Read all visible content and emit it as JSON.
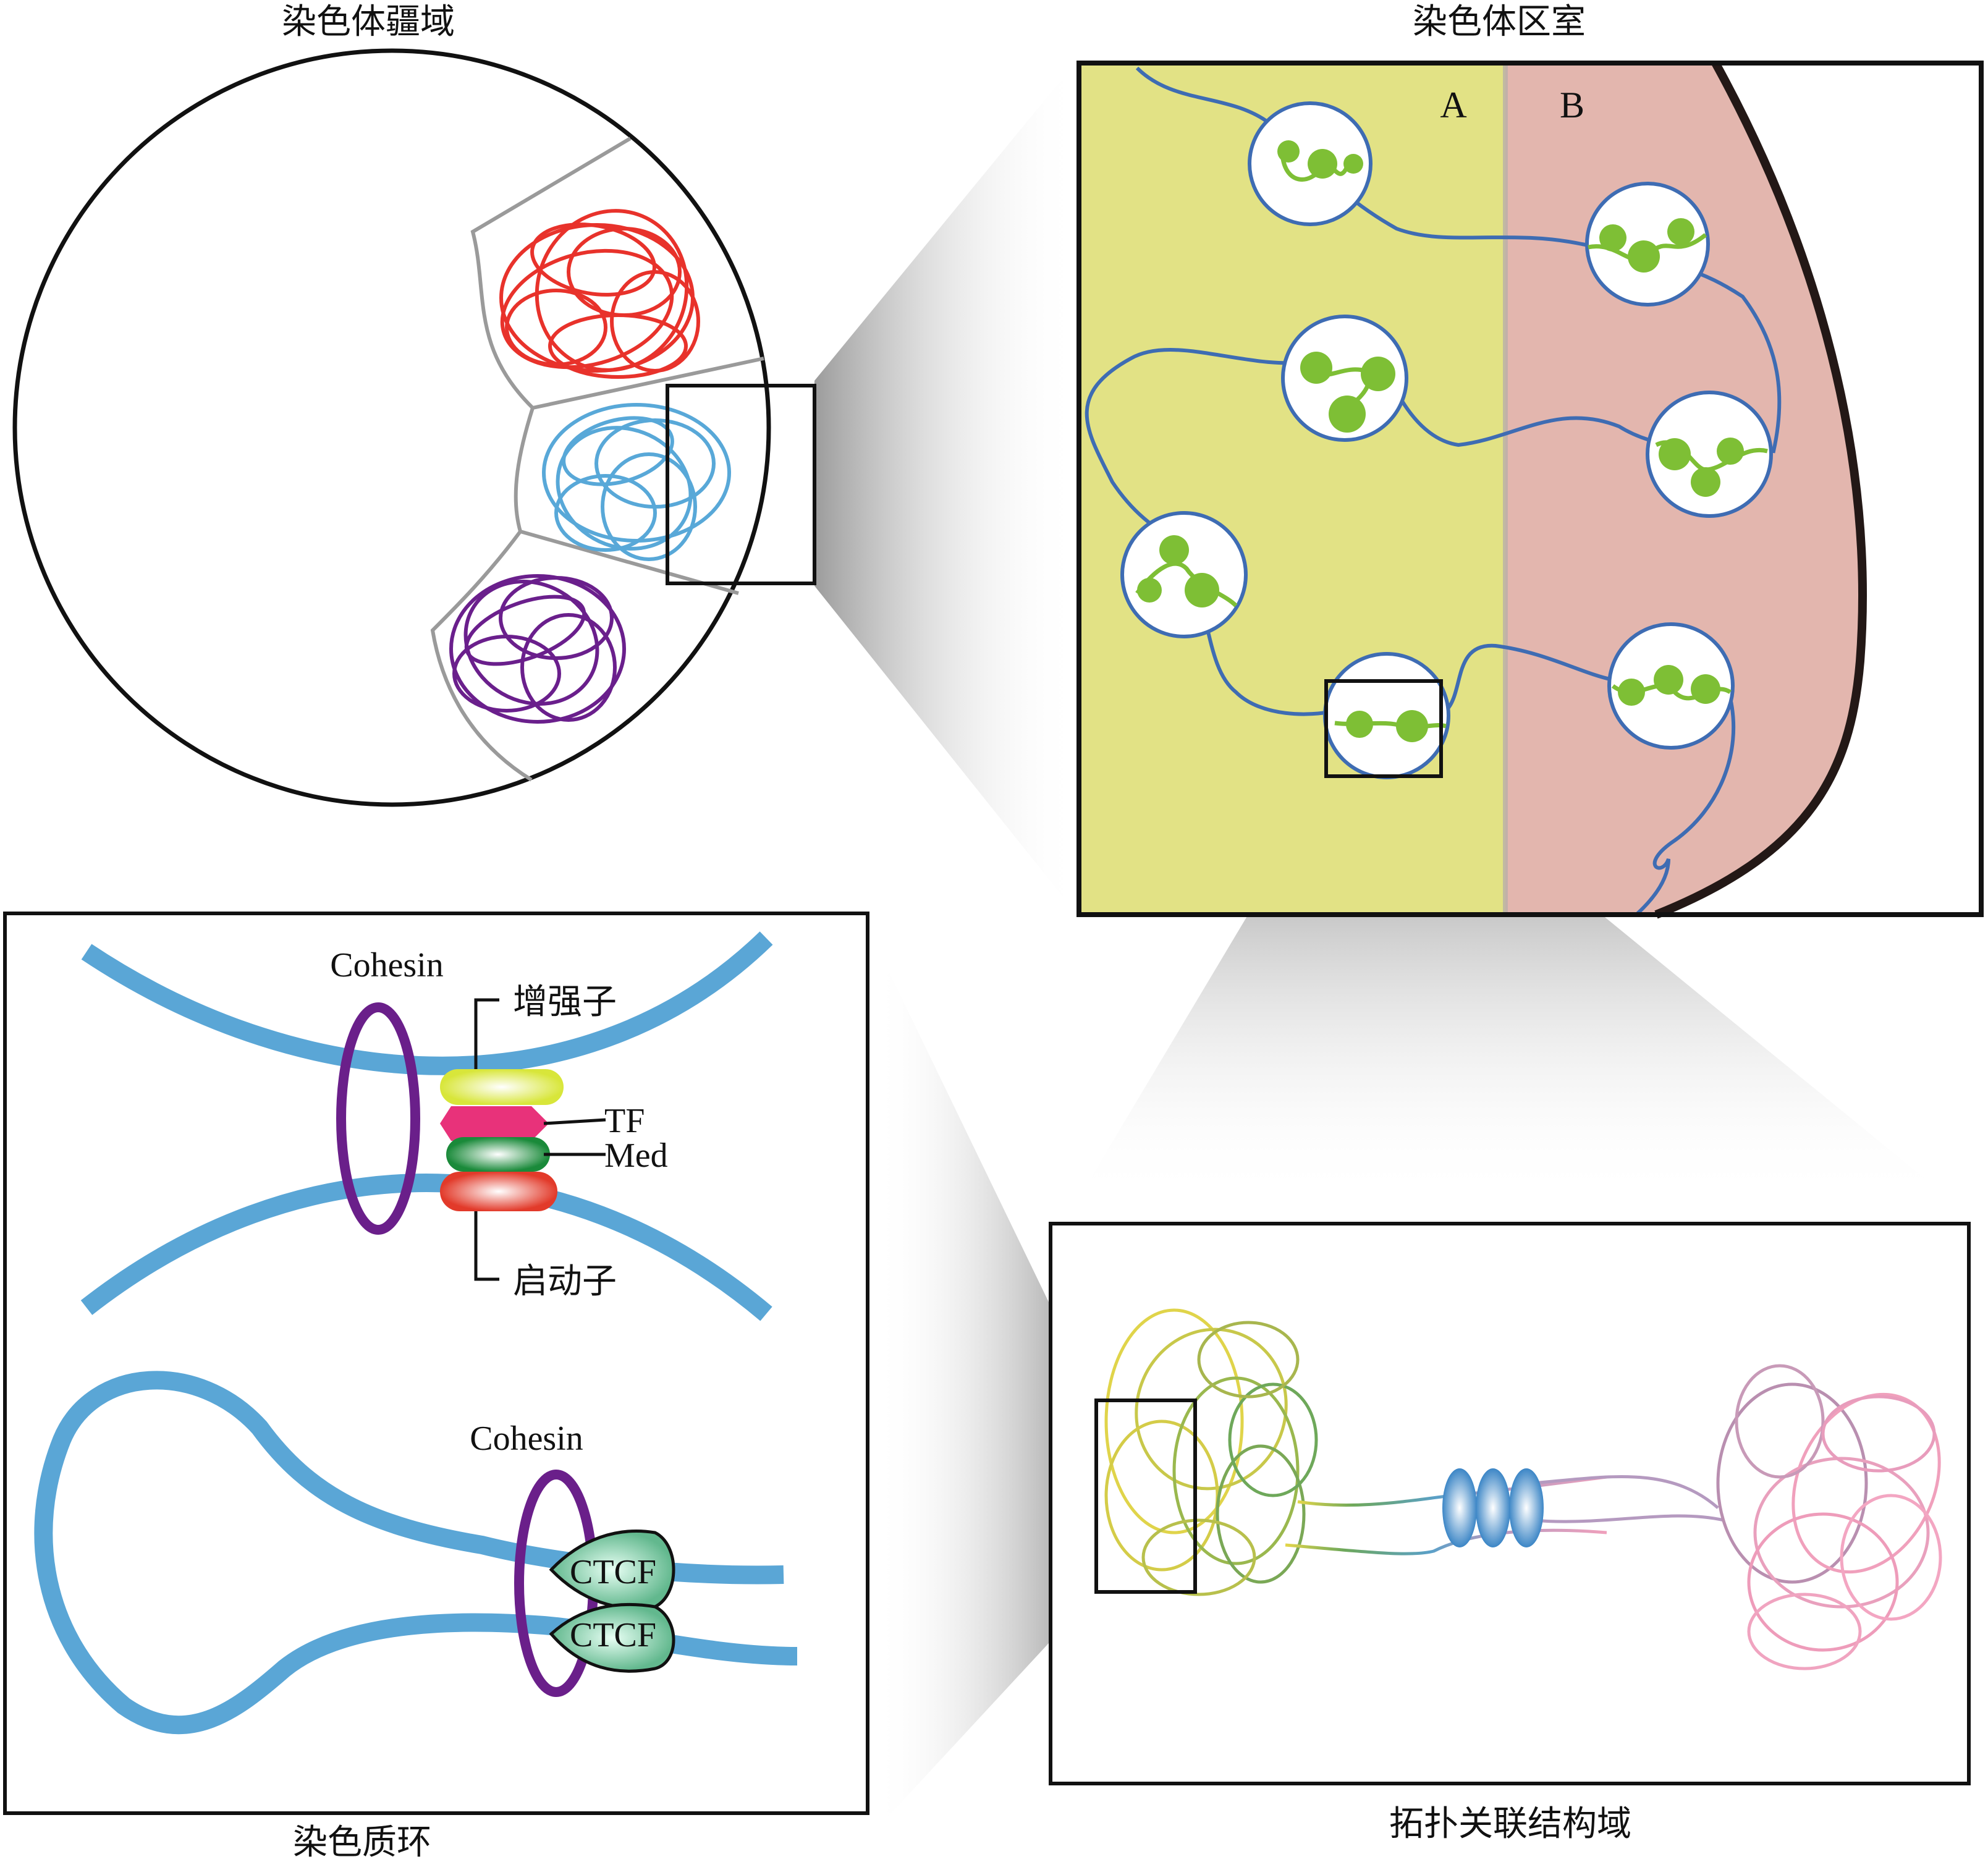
{
  "titles": {
    "territory": "染色体疆域",
    "compartment": "染色体区室",
    "loop": "染色质环",
    "tad": "拓扑关联结构域"
  },
  "compartment_labels": {
    "a": "A",
    "b": "B"
  },
  "loop_labels": {
    "cohesin_top": "Cohesin",
    "enhancer": "增强子",
    "tf": "TF",
    "med": "Med",
    "promoter": "启动子",
    "cohesin_bottom": "Cohesin",
    "ctcf_1": "CTCF",
    "ctcf_2": "CTCF"
  },
  "colors": {
    "territory_red": "#e8322b",
    "territory_blue": "#58a8d8",
    "territory_purple": "#6a1f8c",
    "compartment_a": "#e2e285",
    "compartment_b": "#e3b6ae",
    "chromatin_fiber": "#3e6cb3",
    "domain_green": "#7ebf35",
    "loop_blue": "#5aa6d6",
    "cohesin_purple": "#6a1f8a",
    "ctcf_green": "#7ccbaa"
  }
}
